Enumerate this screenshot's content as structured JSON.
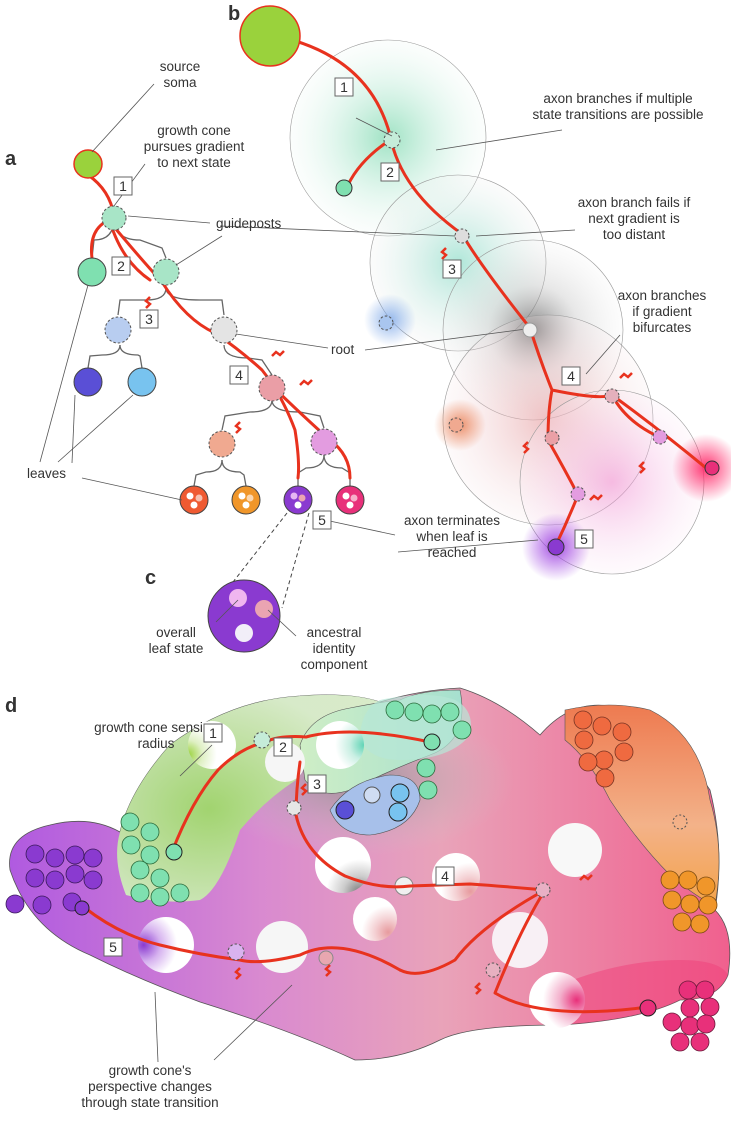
{
  "panels": {
    "a": "a",
    "b": "b",
    "c": "c",
    "d": "d"
  },
  "labels": {
    "source_soma": [
      "source",
      "soma"
    ],
    "growth_cone_pursues": [
      "growth cone",
      "pursues gradient",
      "to next state"
    ],
    "guideposts": "guideposts",
    "root": "root",
    "leaves": "leaves",
    "axon_branches_multiple": [
      "axon branches if multiple",
      "state transitions are possible"
    ],
    "axon_branch_fails": [
      "axon branch fails if",
      "next gradient is",
      "too distant"
    ],
    "axon_branches_bifurcates": [
      "axon branches",
      "if gradient",
      "bifurcates"
    ],
    "axon_terminates": [
      "axon terminates",
      "when leaf is",
      "reached"
    ],
    "overall_leaf_state": [
      "overall",
      "leaf state"
    ],
    "ancestral_identity": [
      "ancestral",
      "identity",
      "component"
    ],
    "growth_cone_sensing": [
      "growth cone sensing",
      "radius"
    ],
    "perspective_changes": [
      "growth cone's",
      "perspective changes",
      "through state transition"
    ]
  },
  "numbers": [
    "1",
    "2",
    "3",
    "4",
    "5"
  ],
  "colors": {
    "axon": "#e8321e",
    "source": "#9ad23c",
    "green_leaf": "#7fe0b0",
    "blue": "#a9c6ef",
    "indigo": "#5a4fd6",
    "sky": "#78c3ef",
    "orange_red": "#ef5a32",
    "orange": "#f0962a",
    "purple": "#8a3ad0",
    "magenta": "#e8307a"
  }
}
